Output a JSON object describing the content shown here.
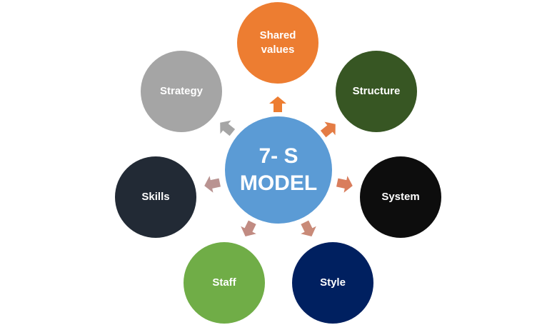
{
  "center": {
    "line1": "7- S",
    "line2": "MODEL",
    "color": "#5B9BD5"
  },
  "nodes": [
    {
      "label_line1": "Shared",
      "label_line2": "values",
      "color": "#ED7D31"
    },
    {
      "label": "Structure",
      "color": "#375623"
    },
    {
      "label": "System",
      "color": "#0D0D0D"
    },
    {
      "label": "Style",
      "color": "#002060"
    },
    {
      "label": "Staff",
      "color": "#70AD47"
    },
    {
      "label": "Skills",
      "color": "#222A35"
    },
    {
      "label": "Strategy",
      "color": "#A5A5A5"
    }
  ],
  "arrow_colors": [
    "#ED7D31",
    "#E47C45",
    "#D97D5C",
    "#C98A78",
    "#C18B82",
    "#B99391",
    "#A5A5A5"
  ]
}
